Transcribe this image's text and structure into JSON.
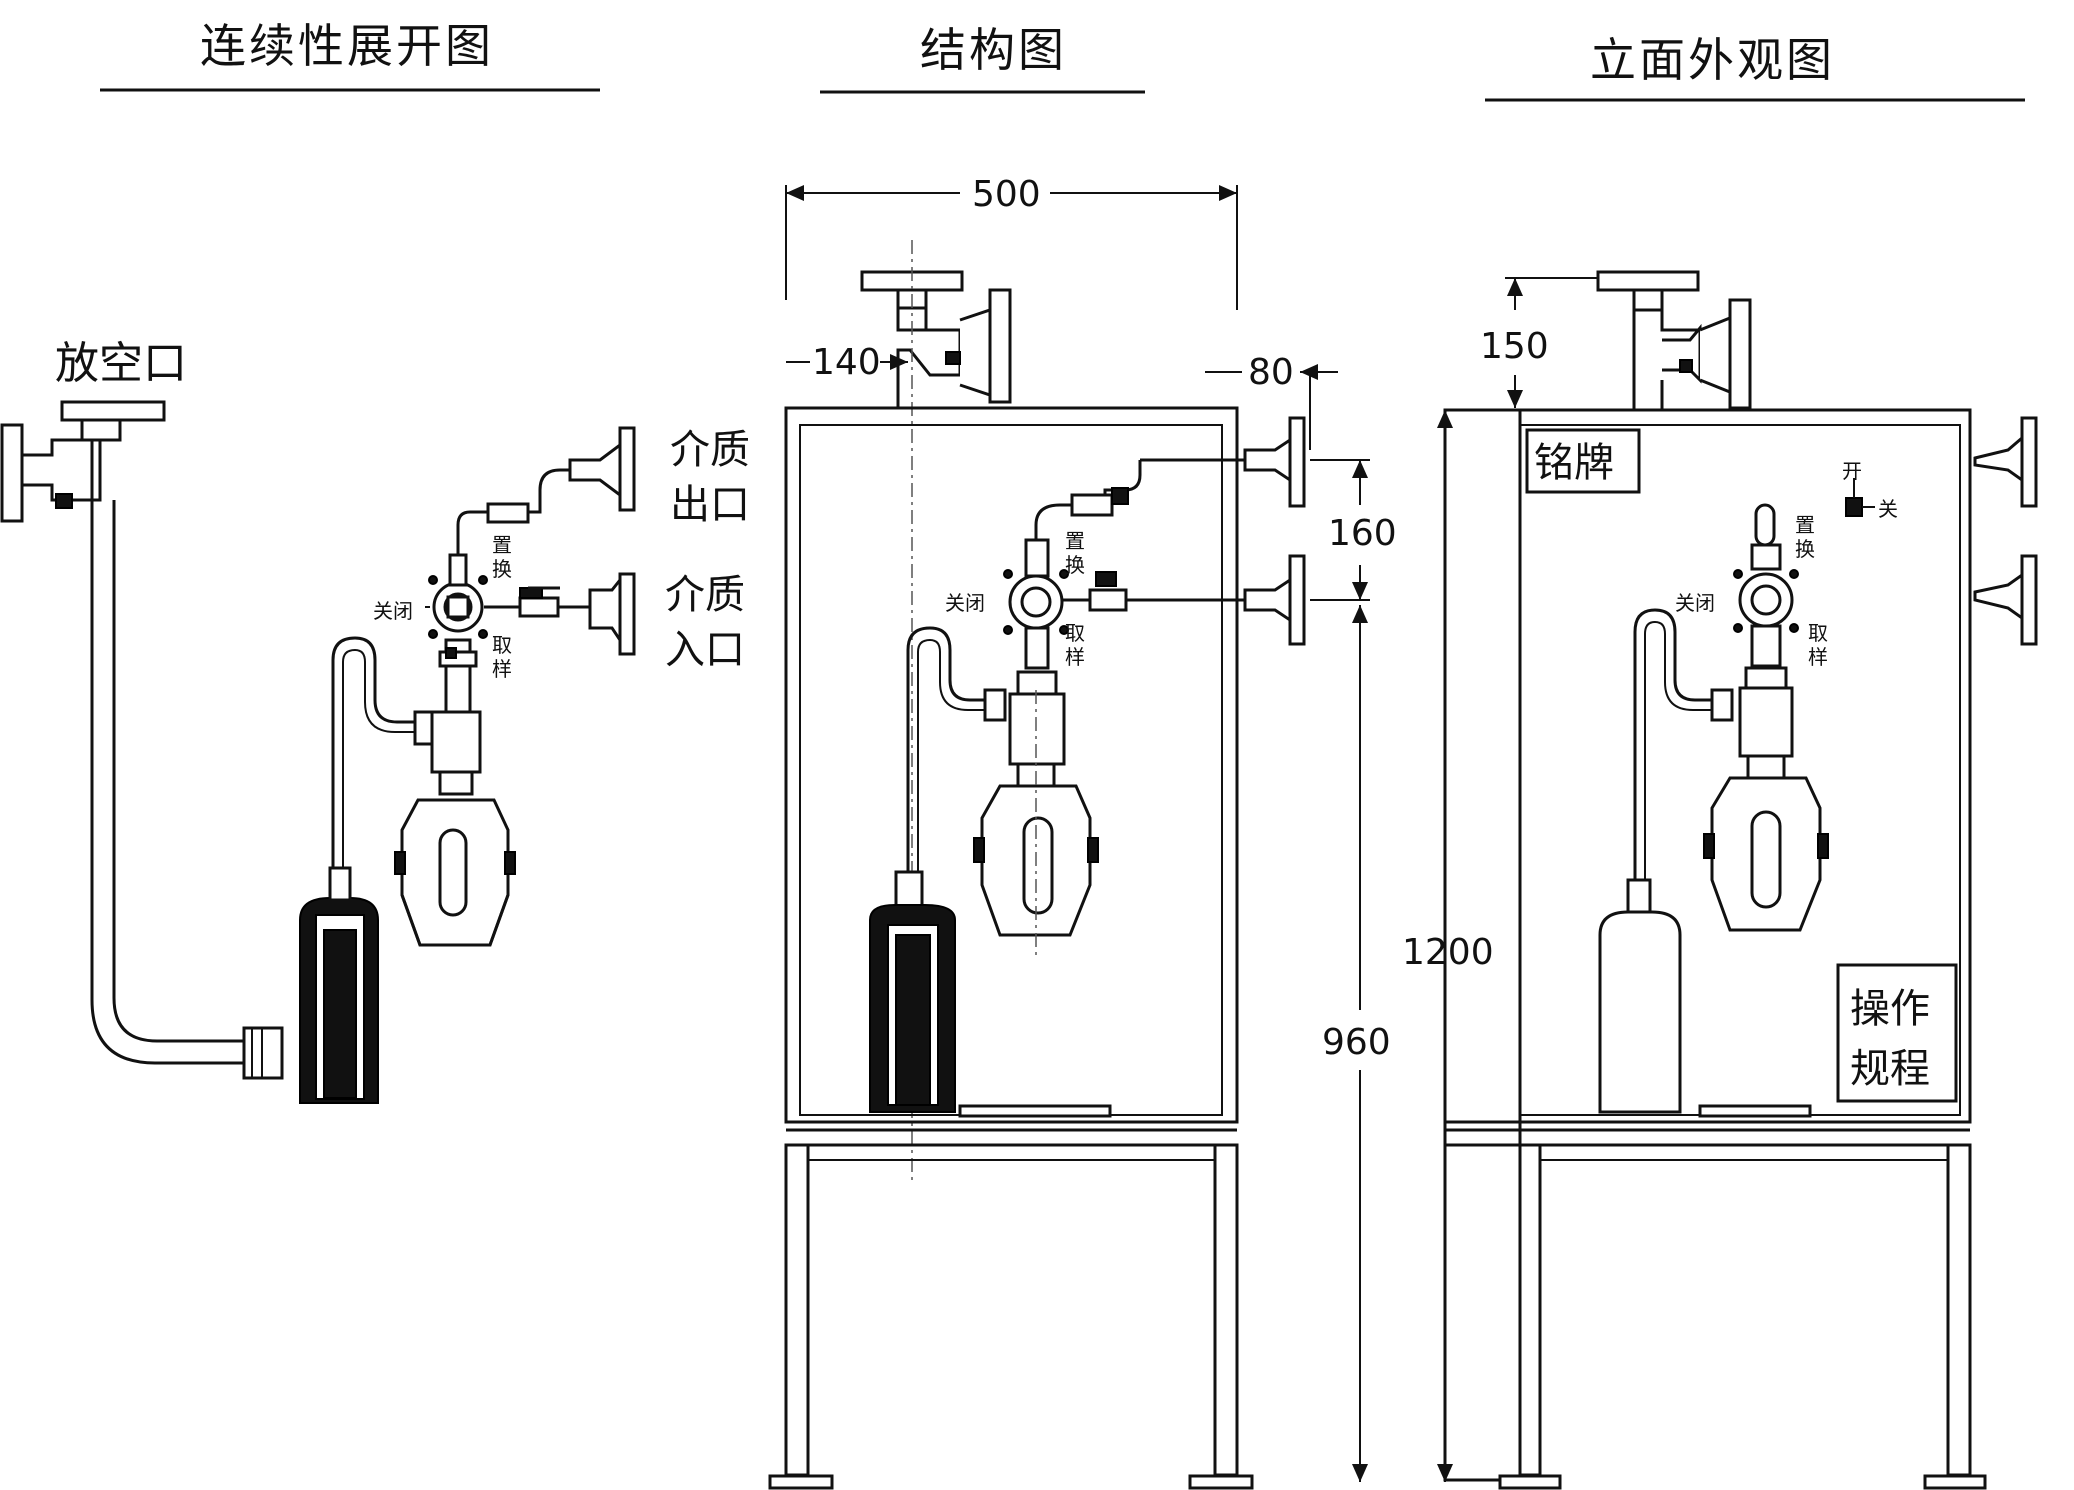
{
  "titles": {
    "continuous": "连续性展开图",
    "structure": "结构图",
    "elevation": "立面外观图"
  },
  "labels": {
    "vent": "放空口",
    "medium_out": [
      "介质",
      "出口"
    ],
    "medium_in": [
      "介质",
      "入口"
    ],
    "replace": [
      "置",
      "换"
    ],
    "close": "关闭",
    "sample": [
      "取",
      "样"
    ],
    "open": "开",
    "close_short": "关",
    "nameplate": "铭牌",
    "procedure": [
      "操作",
      "规程"
    ]
  },
  "dimensions": {
    "width": "500",
    "offset_left": "140",
    "offset_right": "80",
    "port_spacing": "160",
    "vent_height": "150",
    "total_height": "1200",
    "port_height": "960"
  }
}
